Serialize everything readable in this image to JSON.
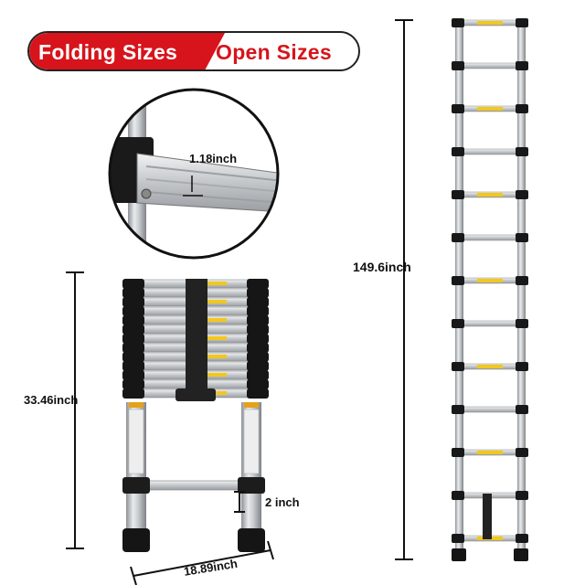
{
  "banner": {
    "folding_label": "Folding Sizes",
    "open_label": "Open Sizes",
    "accent_color": "#d7141b"
  },
  "dimensions": {
    "profile_width": "1.18inch",
    "open_height": "149.6inch",
    "folded_height": "33.46inch",
    "bottom_gap": "2 inch",
    "folded_width": "18.89inch"
  },
  "icons": {
    "zoom_detail": "zoom-detail-circle",
    "folded_ladder": "folded-ladder",
    "open_ladder": "open-ladder"
  }
}
